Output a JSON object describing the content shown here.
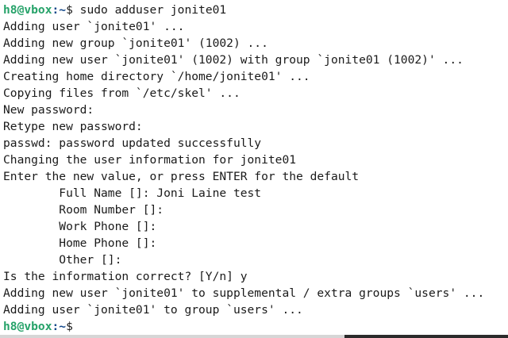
{
  "terminal": {
    "prompt_user": "h8@vbox",
    "prompt_path": ":~",
    "prompt_symbol": "$ ",
    "command": "sudo adduser jonite01",
    "output": [
      "Adding user `jonite01' ...",
      "Adding new group `jonite01' (1002) ...",
      "Adding new user `jonite01' (1002) with group `jonite01 (1002)' ...",
      "Creating home directory `/home/jonite01' ...",
      "Copying files from `/etc/skel' ...",
      "New password:",
      "Retype new password:",
      "passwd: password updated successfully",
      "Changing the user information for jonite01",
      "Enter the new value, or press ENTER for the default",
      "        Full Name []: Joni Laine test",
      "        Room Number []:",
      "        Work Phone []:",
      "        Home Phone []:",
      "        Other []:",
      "Is the information correct? [Y/n] y",
      "Adding new user `jonite01' to supplemental / extra groups `users' ...",
      "Adding user `jonite01' to group `users' ..."
    ],
    "final_prompt_user": "h8@vbox",
    "final_prompt_path": ":~",
    "final_prompt_symbol": "$ "
  },
  "colors": {
    "background": "#ffffff",
    "text": "#1a1a1a",
    "prompt_user": "#26a269",
    "prompt_path": "#12488b"
  }
}
